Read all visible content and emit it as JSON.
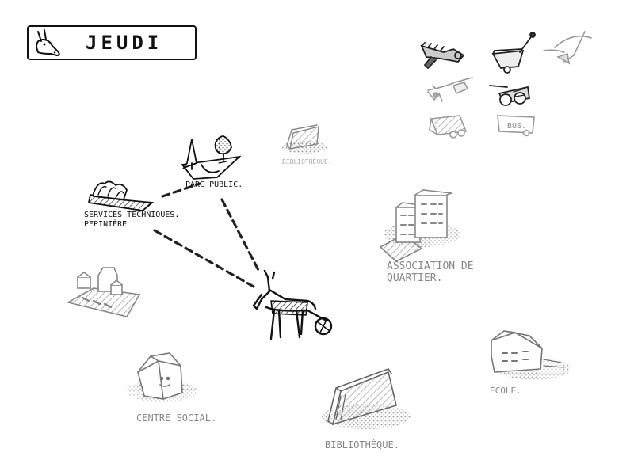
{
  "header": {
    "title": "JEUDI"
  },
  "places": {
    "services": "SERVICES TECHNIQUES.\nPEPINIÈRE",
    "parc": "PARC PUBLIC.",
    "biblio_small": "BIBLIOTHÈQUE.",
    "association": "ASSOCIATION DE\nQUARTIER.",
    "centre_social": "CENTRE SOCIAL.",
    "bibliotheque": "BIBLIOTHÈQUE.",
    "ecole": "ÉCOLE."
  },
  "tools": {
    "bus": "BUS."
  },
  "colors": {
    "ink": "#111111",
    "pencil": "#888888",
    "pencil_light": "#a9a9a9"
  }
}
